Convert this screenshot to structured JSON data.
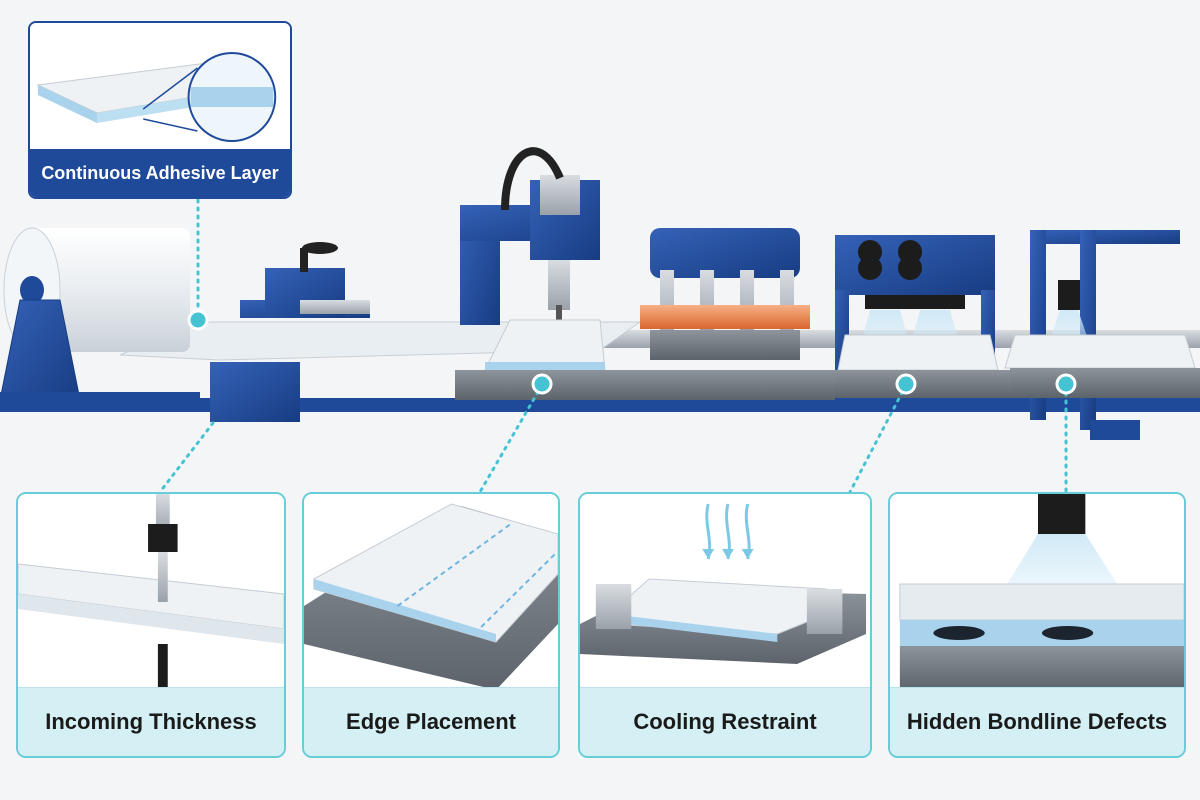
{
  "callouts": {
    "top": "Continuous Adhesive Layer",
    "cards": [
      "Incoming Thickness",
      "Edge Placement",
      "Cooling Restraint",
      "Hidden Bondline Defects"
    ]
  },
  "colors": {
    "machine_blue": "#1f4a9a",
    "accent_teal": "#45c3d3",
    "card_label_bg": "#d5f0f4",
    "adhesive_blue": "#a9d3ec",
    "heater_orange": "#e8804a"
  }
}
